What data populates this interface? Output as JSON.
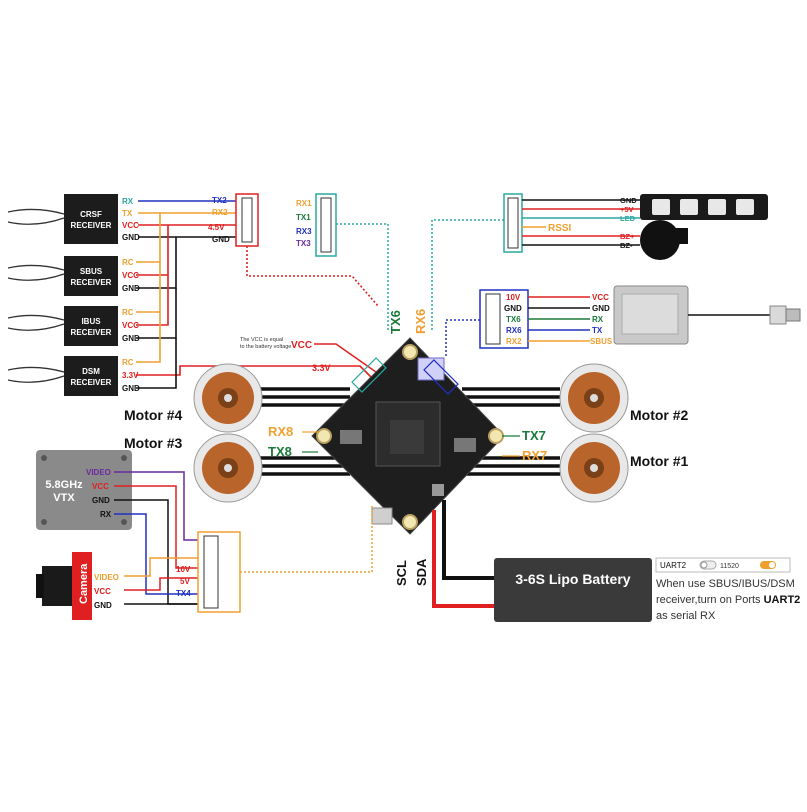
{
  "receivers": {
    "crsf": {
      "name": "CRSF\nRECEIVER",
      "pins": [
        "RX",
        "TX",
        "VCC",
        "GND"
      ]
    },
    "sbus": {
      "name": "SBUS\nRECEIVER",
      "pins": [
        "RC",
        "VCC",
        "GND"
      ]
    },
    "ibus": {
      "name": "IBUS\nRECEIVER",
      "pins": [
        "RC",
        "VCC",
        "GND"
      ]
    },
    "dsm": {
      "name": "DSM\nRECEIVER",
      "pins": [
        "RC",
        "3.3V",
        "GND"
      ]
    }
  },
  "left_connector": [
    "TX2",
    "RX2",
    "4.5V",
    "GND"
  ],
  "top_connector": [
    "RX1",
    "TX1",
    "RX3",
    "TX3"
  ],
  "buzzer_led": {
    "pins": [
      "GND",
      "+5V",
      "LED",
      "RSSI",
      "BZ+",
      "BZ-"
    ]
  },
  "vtx_right": {
    "fc_pins": [
      "10V",
      "GND",
      "TX6",
      "RX6",
      "RX2"
    ],
    "vtx_pins": [
      "VCC",
      "GND",
      "RX",
      "TX",
      "SBUS"
    ]
  },
  "vcc_note": "The VCC is equal to the battery voltage",
  "vcc_label": "VCC",
  "v33_label": "3.3V",
  "board_labels": {
    "tx6": "TX6",
    "rx6": "RX6",
    "rx8": "RX8",
    "tx8": "TX8",
    "tx7": "TX7",
    "rx7": "RX7",
    "scl": "SCL",
    "sda": "SDA"
  },
  "motors": {
    "m4": "Motor #4",
    "m3": "Motor #3",
    "m2": "Motor #2",
    "m1": "Motor #1"
  },
  "vtx_left": {
    "name": "5.8GHz\nVTX",
    "pins": [
      "VIDEO",
      "VCC",
      "GND",
      "RX"
    ]
  },
  "camera": {
    "name": "Camera",
    "pins": [
      "VIDEO",
      "VCC",
      "GND"
    ]
  },
  "bottom_connector": [
    "10V",
    "5V",
    "TX4"
  ],
  "battery": "3-6S Lipo Battery",
  "uart_switch": {
    "label": "UART2",
    "value": "11520"
  },
  "note": {
    "line1": "When use SBUS/IBUS/DSM",
    "line2": "receiver,turn on Ports ",
    "bold": "UART2",
    "line3": "as serial RX"
  },
  "colors": {
    "red": "#e02020",
    "blue": "#2030c0",
    "orange": "#f0a030",
    "green": "#1a7a3a",
    "purple": "#6a2aa0",
    "teal": "#2aa8a0",
    "board": "#222222",
    "battery": "#3a3a3a"
  }
}
